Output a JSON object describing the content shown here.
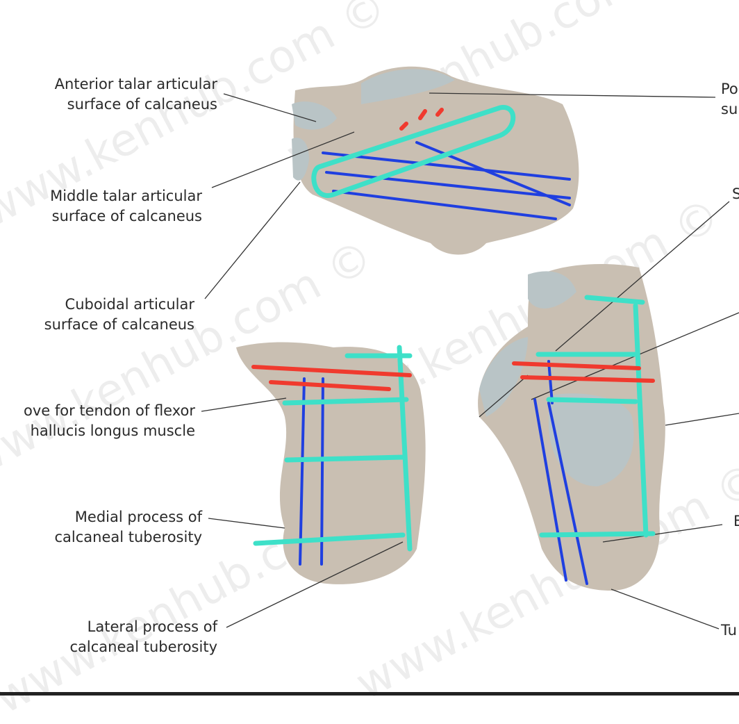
{
  "watermark": "www.kenhub.com ©",
  "labels": {
    "anterior_talar": [
      "Anterior talar articular",
      "surface of calcaneus"
    ],
    "middle_talar": [
      "Middle talar articular",
      "surface of calcaneus"
    ],
    "cuboidal": [
      "Cuboidal articular",
      "surface of calcaneus"
    ],
    "groove_fhl": [
      "ove for tendon of flexor",
      "hallucis longus muscle"
    ],
    "medial_process": [
      "Medial process of",
      "calcaneal tuberosity"
    ],
    "lateral_process": [
      "Lateral process of",
      "calcaneal tuberosity"
    ],
    "right_posterior": [
      "Po",
      "su"
    ],
    "right_s": "S",
    "right_e": "E",
    "right_tu": "Tu"
  },
  "colors": {
    "bone": "#c9bfb2",
    "cartilage": "#b9c4c6",
    "cyan": "#3ee0c8",
    "blue": "#1f3fe0",
    "red": "#f03a2e",
    "line": "#333333"
  }
}
